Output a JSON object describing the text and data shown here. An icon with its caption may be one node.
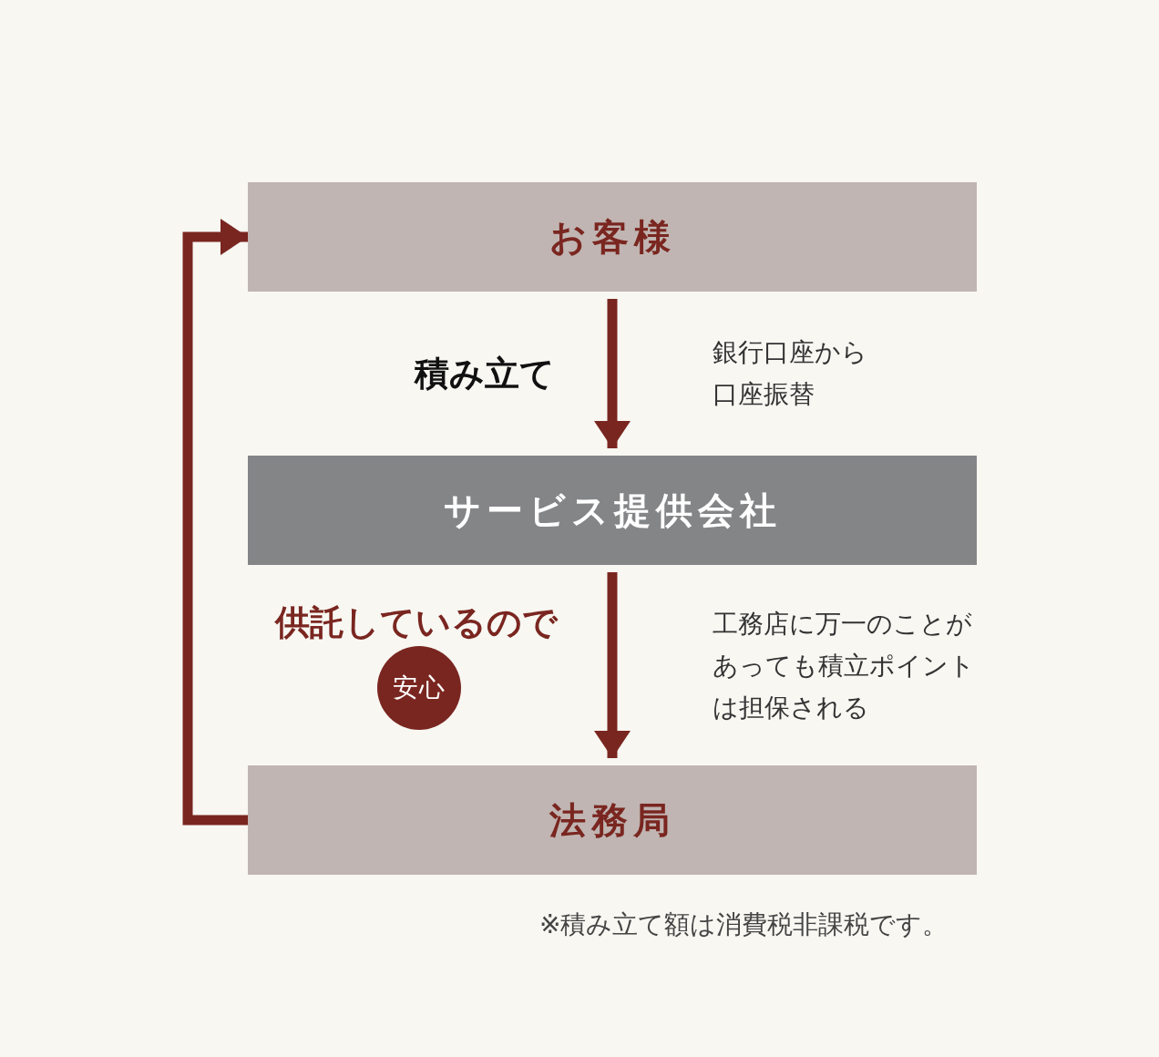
{
  "diagram": {
    "nodes": [
      {
        "text": [
          "お客様"
        ]
      },
      {
        "text": [
          "サービス提供会社"
        ]
      },
      {
        "text": [
          "法務局"
        ]
      },
      {
        "text": [
          "安心"
        ]
      }
    ],
    "edges": [
      {
        "from": 0,
        "to": 1,
        "arrow": "to",
        "label": "積み立て"
      },
      {
        "from": 1,
        "to": 2,
        "arrow": "to",
        "label": "供託しているので"
      },
      {
        "from": 2,
        "to": 0,
        "arrow": "to"
      }
    ],
    "labels": [
      "銀行口座から口座振替",
      "工務店に万一のことがあっても積立ポイントは担保される",
      "※積み立て額は消費税非課税です。"
    ]
  }
}
